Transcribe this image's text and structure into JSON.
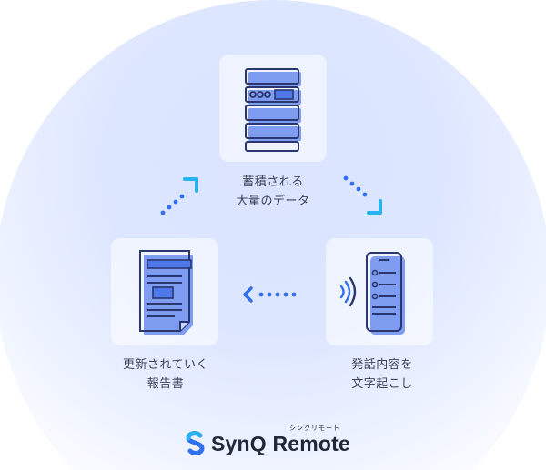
{
  "nodes": {
    "data": {
      "line1": "蓄積される",
      "line2": "大量のデータ"
    },
    "report": {
      "line1": "更新されていく",
      "line2": "報告書"
    },
    "speech": {
      "line1": "発話内容を",
      "line2": "文字起こし"
    }
  },
  "brand": {
    "name": "SynQ Remote",
    "kana": "シンクリモート"
  },
  "colors": {
    "accent": "#2f6ff0",
    "icon_fill": "#7e9cf0",
    "icon_stroke": "#2a3670",
    "cyan": "#27b3ee"
  }
}
